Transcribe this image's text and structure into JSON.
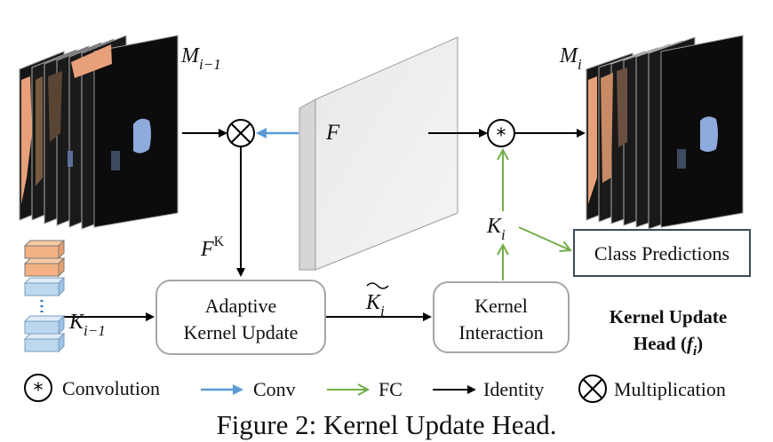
{
  "diagram": {
    "labels": {
      "m_prev": "M",
      "m_prev_sub": "i−1",
      "m_curr": "M",
      "m_curr_sub": "i",
      "feature": "F",
      "feature_kernel": "F",
      "feature_kernel_sup": "K",
      "k_prev": "K",
      "k_prev_sub": "i−1",
      "k_tilde": "K",
      "k_tilde_sub": "i",
      "k_curr": "K",
      "k_curr_sub": "i"
    },
    "boxes": {
      "adaptive_line1": "Adaptive",
      "adaptive_line2": "Kernel Update",
      "interaction_line1": "Kernel",
      "interaction_line2": "Interaction",
      "class_predictions": "Class Predictions"
    },
    "head_title_line1": "Kernel Update",
    "head_title_line2": "Head (",
    "head_title_f": "f",
    "head_title_sub": "i",
    "head_title_close": ")",
    "legend": {
      "convolution": "Convolution",
      "conv": "Conv",
      "fc": "FC",
      "identity": "Identity",
      "multiplication": "Multiplication"
    },
    "caption": "Figure 2:  Kernel Update Head."
  },
  "colors": {
    "conv_arrow": "#5b9bd5",
    "fc_arrow": "#70ad47",
    "identity_arrow": "#000000",
    "kernel_orange": "#f4b183",
    "kernel_blue": "#bdd7ee",
    "mask_blue": "#8faadc",
    "mask_orange": "#e8a07a"
  }
}
